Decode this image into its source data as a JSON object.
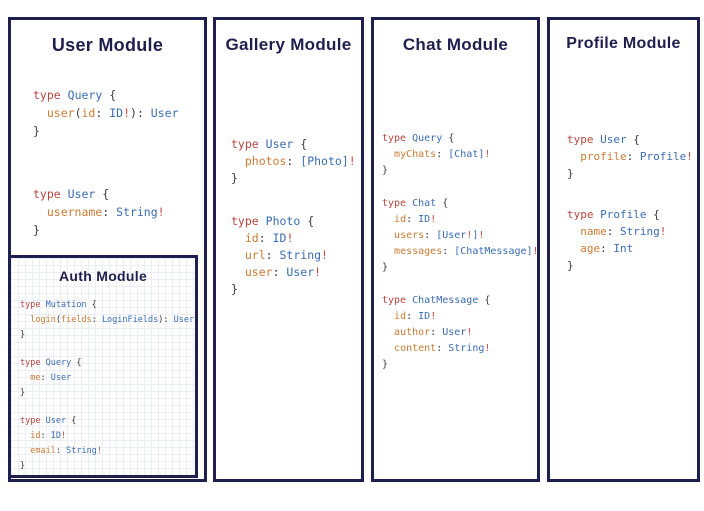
{
  "colors": {
    "navy": "#1f1f4e",
    "keyword_red": "#b5453e",
    "type_blue": "#3a6cb0",
    "field_orange": "#c97b35",
    "punctuation_dark": "#3a3a3a",
    "bang_red": "#bf4a42",
    "auth_grid": "#eceef3"
  },
  "panels": {
    "user": {
      "title": "User Module",
      "blocks": [
        [
          [
            [
              "kw",
              "type"
            ],
            [
              "pl",
              " "
            ],
            [
              "ty",
              "Query"
            ],
            [
              "pl",
              " {"
            ]
          ],
          [
            [
              "pl",
              "  "
            ],
            [
              "fd",
              "user"
            ],
            [
              "pl",
              "("
            ],
            [
              "fd",
              "id"
            ],
            [
              "pl",
              ": "
            ],
            [
              "ty",
              "ID"
            ],
            [
              "bg",
              "!"
            ],
            [
              "pl",
              "): "
            ],
            [
              "ty",
              "User"
            ]
          ],
          [
            [
              "pl",
              "}"
            ]
          ]
        ],
        [
          [
            [
              "kw",
              "type"
            ],
            [
              "pl",
              " "
            ],
            [
              "ty",
              "User"
            ],
            [
              "pl",
              " {"
            ]
          ],
          [
            [
              "pl",
              "  "
            ],
            [
              "fd",
              "username"
            ],
            [
              "pl",
              ": "
            ],
            [
              "ty",
              "String"
            ],
            [
              "bg",
              "!"
            ]
          ],
          [
            [
              "pl",
              "}"
            ]
          ]
        ]
      ]
    },
    "auth": {
      "title": "Auth Module",
      "blocks": [
        [
          [
            [
              "kw",
              "type"
            ],
            [
              "pl",
              " "
            ],
            [
              "ty",
              "Mutation"
            ],
            [
              "pl",
              " {"
            ]
          ],
          [
            [
              "pl",
              "  "
            ],
            [
              "fd",
              "login"
            ],
            [
              "pl",
              "("
            ],
            [
              "fd",
              "fields"
            ],
            [
              "pl",
              ": "
            ],
            [
              "ty",
              "LoginFields"
            ],
            [
              "pl",
              "): "
            ],
            [
              "ty",
              "User"
            ]
          ],
          [
            [
              "pl",
              "}"
            ]
          ]
        ],
        [
          [
            [
              "kw",
              "type"
            ],
            [
              "pl",
              " "
            ],
            [
              "ty",
              "Query"
            ],
            [
              "pl",
              " {"
            ]
          ],
          [
            [
              "pl",
              "  "
            ],
            [
              "fd",
              "me"
            ],
            [
              "pl",
              ": "
            ],
            [
              "ty",
              "User"
            ]
          ],
          [
            [
              "pl",
              "}"
            ]
          ]
        ],
        [
          [
            [
              "kw",
              "type"
            ],
            [
              "pl",
              " "
            ],
            [
              "ty",
              "User"
            ],
            [
              "pl",
              " {"
            ]
          ],
          [
            [
              "pl",
              "  "
            ],
            [
              "fd",
              "id"
            ],
            [
              "pl",
              ": "
            ],
            [
              "ty",
              "ID"
            ],
            [
              "bg",
              "!"
            ]
          ],
          [
            [
              "pl",
              "  "
            ],
            [
              "fd",
              "email"
            ],
            [
              "pl",
              ": "
            ],
            [
              "ty",
              "String"
            ],
            [
              "bg",
              "!"
            ]
          ],
          [
            [
              "pl",
              "}"
            ]
          ]
        ]
      ]
    },
    "gallery": {
      "title": "Gallery Module",
      "blocks": [
        [
          [
            [
              "kw",
              "type"
            ],
            [
              "pl",
              " "
            ],
            [
              "ty",
              "User"
            ],
            [
              "pl",
              " {"
            ]
          ],
          [
            [
              "pl",
              "  "
            ],
            [
              "fd",
              "photos"
            ],
            [
              "pl",
              ": "
            ],
            [
              "ty",
              "[Photo]"
            ],
            [
              "bg",
              "!"
            ]
          ],
          [
            [
              "pl",
              "}"
            ]
          ]
        ],
        [
          [
            [
              "kw",
              "type"
            ],
            [
              "pl",
              " "
            ],
            [
              "ty",
              "Photo"
            ],
            [
              "pl",
              " {"
            ]
          ],
          [
            [
              "pl",
              "  "
            ],
            [
              "fd",
              "id"
            ],
            [
              "pl",
              ": "
            ],
            [
              "ty",
              "ID"
            ],
            [
              "bg",
              "!"
            ]
          ],
          [
            [
              "pl",
              "  "
            ],
            [
              "fd",
              "url"
            ],
            [
              "pl",
              ": "
            ],
            [
              "ty",
              "String"
            ],
            [
              "bg",
              "!"
            ]
          ],
          [
            [
              "pl",
              "  "
            ],
            [
              "fd",
              "user"
            ],
            [
              "pl",
              ": "
            ],
            [
              "ty",
              "User"
            ],
            [
              "bg",
              "!"
            ]
          ],
          [
            [
              "pl",
              "}"
            ]
          ]
        ]
      ]
    },
    "chat": {
      "title": "Chat Module",
      "blocks": [
        [
          [
            [
              "kw",
              "type"
            ],
            [
              "pl",
              " "
            ],
            [
              "ty",
              "Query"
            ],
            [
              "pl",
              " {"
            ]
          ],
          [
            [
              "pl",
              "  "
            ],
            [
              "fd",
              "myChats"
            ],
            [
              "pl",
              ": "
            ],
            [
              "ty",
              "[Chat]"
            ],
            [
              "bg",
              "!"
            ]
          ],
          [
            [
              "pl",
              "}"
            ]
          ]
        ],
        [
          [
            [
              "kw",
              "type"
            ],
            [
              "pl",
              " "
            ],
            [
              "ty",
              "Chat"
            ],
            [
              "pl",
              " {"
            ]
          ],
          [
            [
              "pl",
              "  "
            ],
            [
              "fd",
              "id"
            ],
            [
              "pl",
              ": "
            ],
            [
              "ty",
              "ID"
            ],
            [
              "bg",
              "!"
            ]
          ],
          [
            [
              "pl",
              "  "
            ],
            [
              "fd",
              "users"
            ],
            [
              "pl",
              ": "
            ],
            [
              "ty",
              "[User"
            ],
            [
              "bg",
              "!"
            ],
            [
              "ty",
              "]"
            ],
            [
              "bg",
              "!"
            ]
          ],
          [
            [
              "pl",
              "  "
            ],
            [
              "fd",
              "messages"
            ],
            [
              "pl",
              ": "
            ],
            [
              "ty",
              "[ChatMessage]"
            ],
            [
              "bg",
              "!"
            ]
          ],
          [
            [
              "pl",
              "}"
            ]
          ]
        ],
        [
          [
            [
              "kw",
              "type"
            ],
            [
              "pl",
              " "
            ],
            [
              "ty",
              "ChatMessage"
            ],
            [
              "pl",
              " {"
            ]
          ],
          [
            [
              "pl",
              "  "
            ],
            [
              "fd",
              "id"
            ],
            [
              "pl",
              ": "
            ],
            [
              "ty",
              "ID"
            ],
            [
              "bg",
              "!"
            ]
          ],
          [
            [
              "pl",
              "  "
            ],
            [
              "fd",
              "author"
            ],
            [
              "pl",
              ": "
            ],
            [
              "ty",
              "User"
            ],
            [
              "bg",
              "!"
            ]
          ],
          [
            [
              "pl",
              "  "
            ],
            [
              "fd",
              "content"
            ],
            [
              "pl",
              ": "
            ],
            [
              "ty",
              "String"
            ],
            [
              "bg",
              "!"
            ]
          ],
          [
            [
              "pl",
              "}"
            ]
          ]
        ]
      ]
    },
    "profile": {
      "title": "Profile Module",
      "blocks": [
        [
          [
            [
              "kw",
              "type"
            ],
            [
              "pl",
              " "
            ],
            [
              "ty",
              "User"
            ],
            [
              "pl",
              " {"
            ]
          ],
          [
            [
              "pl",
              "  "
            ],
            [
              "fd",
              "profile"
            ],
            [
              "pl",
              ": "
            ],
            [
              "ty",
              "Profile"
            ],
            [
              "bg",
              "!"
            ]
          ],
          [
            [
              "pl",
              "}"
            ]
          ]
        ],
        [
          [
            [
              "kw",
              "type"
            ],
            [
              "pl",
              " "
            ],
            [
              "ty",
              "Profile"
            ],
            [
              "pl",
              " {"
            ]
          ],
          [
            [
              "pl",
              "  "
            ],
            [
              "fd",
              "name"
            ],
            [
              "pl",
              ": "
            ],
            [
              "ty",
              "String"
            ],
            [
              "bg",
              "!"
            ]
          ],
          [
            [
              "pl",
              "  "
            ],
            [
              "fd",
              "age"
            ],
            [
              "pl",
              ": "
            ],
            [
              "ty",
              "Int"
            ]
          ],
          [
            [
              "pl",
              "}"
            ]
          ]
        ]
      ]
    }
  }
}
